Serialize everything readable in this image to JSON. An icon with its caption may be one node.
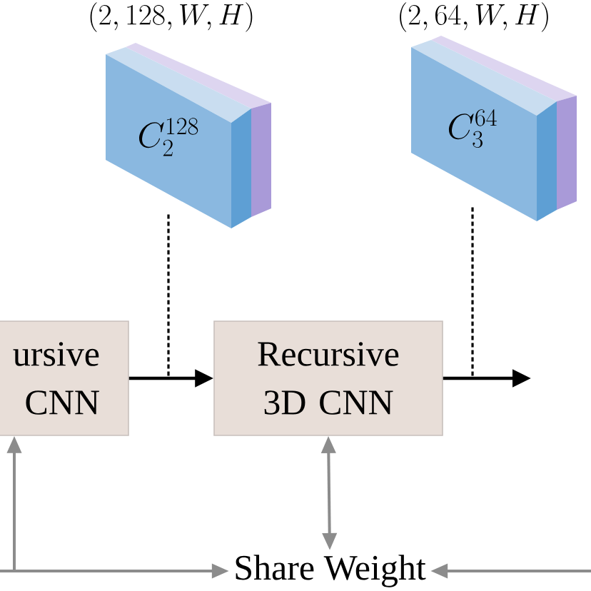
{
  "diagram": {
    "nodes": [
      {
        "text": [
          "(2, 128, W, H)",
          "C_{2}^{128}"
        ]
      },
      {
        "text": [
          "(2, 64, W, H)",
          "C_{3}^{64}"
        ]
      },
      {
        "text": [
          "ursive CNN"
        ]
      },
      {
        "text": [
          "Recursive 3D CNN"
        ]
      },
      {
        "text": [
          "Share Weight"
        ]
      }
    ],
    "edges": [
      {
        "from": 2,
        "to": 3,
        "arrow": "to"
      },
      {
        "from": 3,
        "to": null,
        "arrow": "to"
      },
      {
        "from": 0,
        "to": null,
        "arrow": "none",
        "style": "dashed"
      },
      {
        "from": 1,
        "to": null,
        "arrow": "none",
        "style": "dashed"
      },
      {
        "from": 3,
        "to": 4,
        "arrow": "both",
        "color": "#8c8c8c"
      },
      {
        "from": null,
        "to": 2,
        "arrow": "to",
        "color": "#8c8c8c"
      },
      {
        "from": null,
        "to": 4,
        "arrow": "to",
        "color": "#8c8c8c"
      },
      {
        "from": null,
        "to": 4,
        "arrow": "to",
        "color": "#8c8c8c"
      }
    ]
  }
}
